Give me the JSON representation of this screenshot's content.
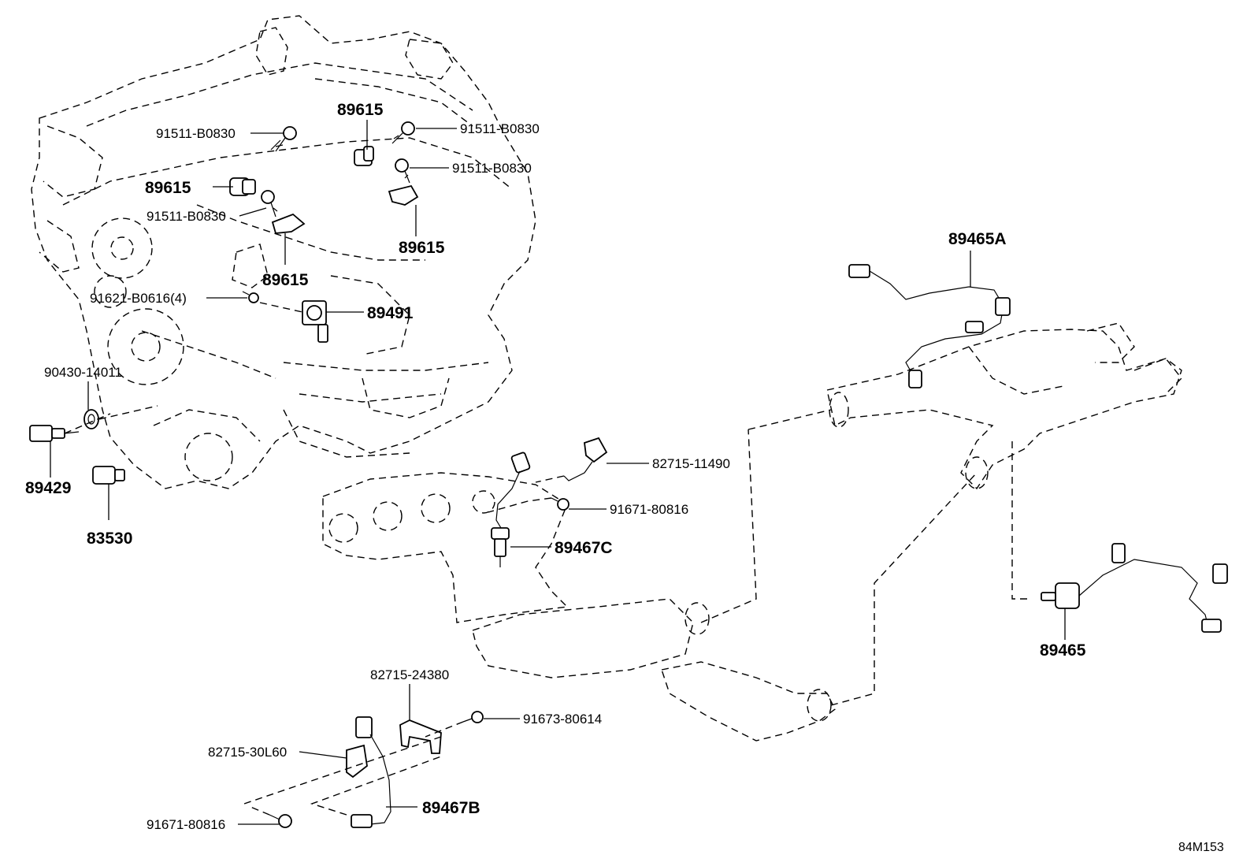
{
  "diagram": {
    "reference_code": "84M153",
    "callouts": {
      "bolt_top_left": "91511-B0830",
      "bolt_top_right": "91511-B0830",
      "bolt_mid_right": "91511-B0830",
      "bolt_mid_left": "91511-B0830",
      "sensor_89615_top": "89615",
      "sensor_89615_left": "89615",
      "sensor_89615_right": "89615",
      "sensor_89615_bottom": "89615",
      "bolt_91621": "91621-B0616(4)",
      "knock_sensor": "89491",
      "gasket": "90430-14011",
      "oil_pressure_switch": "89429",
      "pressure_switch": "83530",
      "o2_upstream_front": "89465A",
      "o2_downstream": "89465",
      "clamp_82715_11490": "82715-11490",
      "bolt_91671_a": "91671-80816",
      "o2_sensor_c": "89467C",
      "clamp_82715_24380": "82715-24380",
      "bolt_91673": "91673-80614",
      "clamp_82715_30L60": "82715-30L60",
      "bolt_91671_b": "91671-80816",
      "o2_sensor_b": "89467B"
    }
  }
}
